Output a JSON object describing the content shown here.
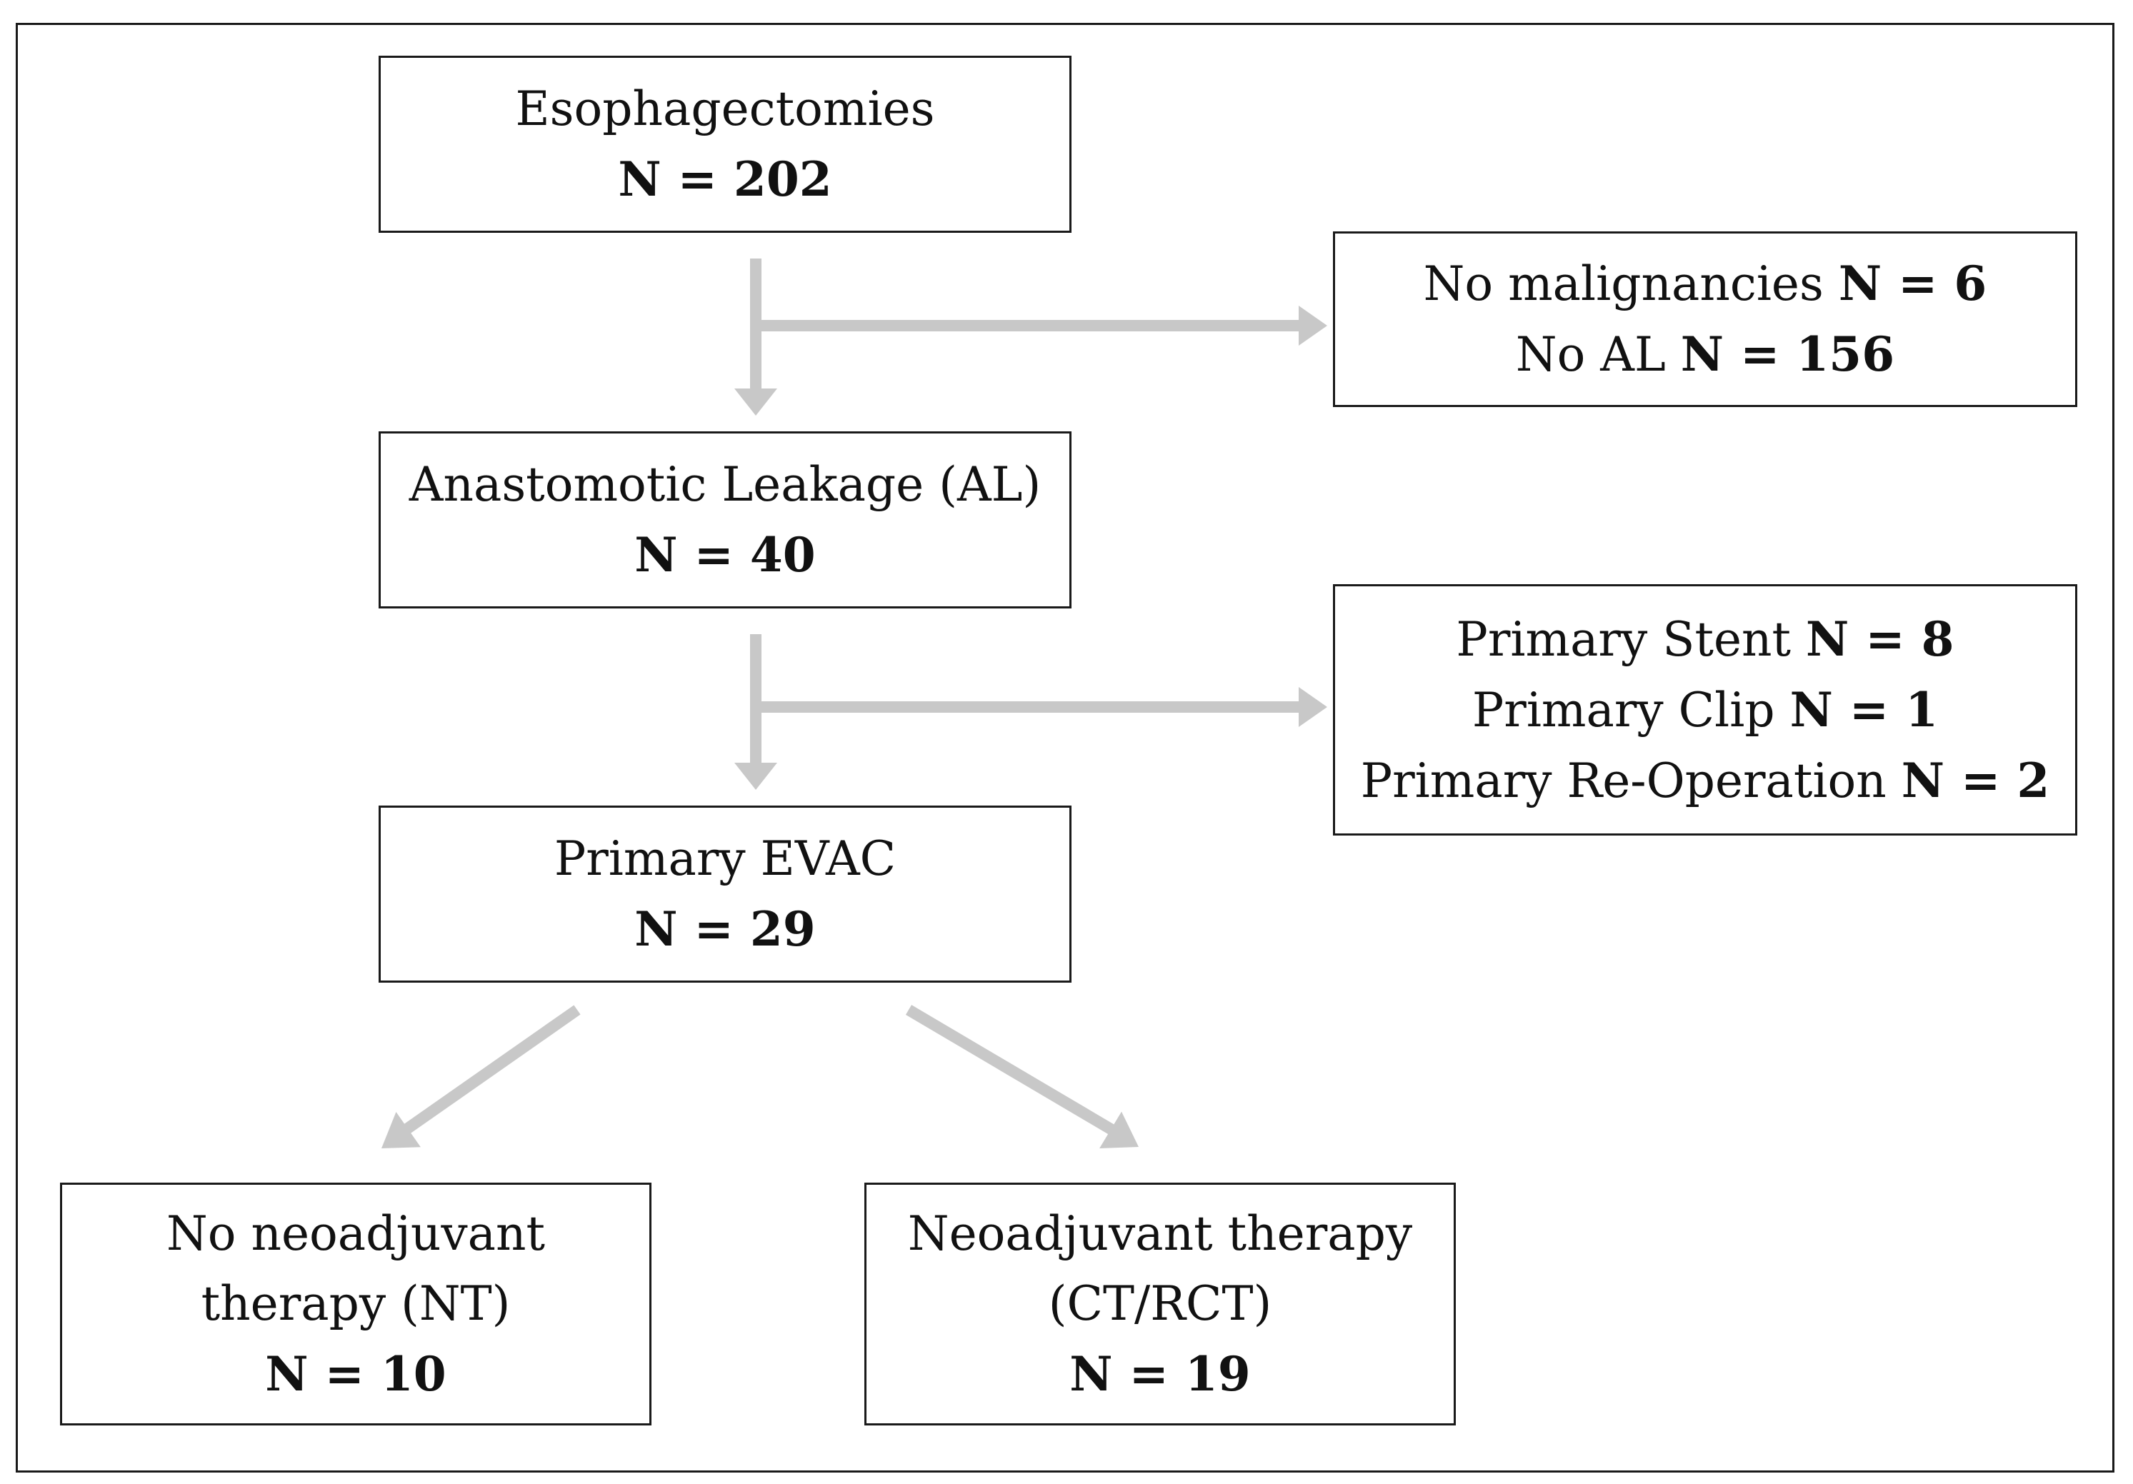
{
  "flowchart": {
    "boxes": {
      "esophagectomies": {
        "label": "Esophagectomies",
        "count": "N = 202"
      },
      "excluded_1": {
        "line1": {
          "label": "No malignancies",
          "count": "N = 6"
        },
        "line2": {
          "label": "No AL",
          "count": "N = 156"
        }
      },
      "anastomotic_leakage": {
        "label": "Anastomotic Leakage (AL)",
        "count": "N = 40"
      },
      "excluded_2": {
        "line1": {
          "label": "Primary Stent",
          "count": "N = 8"
        },
        "line2": {
          "label": "Primary Clip",
          "count": "N = 1"
        },
        "line3": {
          "label": "Primary Re-Operation",
          "count": "N = 2"
        }
      },
      "primary_evac": {
        "label": "Primary EVAC",
        "count": "N = 29"
      },
      "no_neoadjuvant": {
        "line1": "No neoadjuvant",
        "line2": "therapy (NT)",
        "count": "N = 10"
      },
      "neoadjuvant": {
        "line1": "Neoadjuvant therapy",
        "line2": "(CT/RCT)",
        "count": "N = 19"
      }
    },
    "colors": {
      "arrow": "#c8c8c8",
      "border": "#1a1a1a",
      "text": "#111111",
      "background": "#ffffff"
    }
  }
}
